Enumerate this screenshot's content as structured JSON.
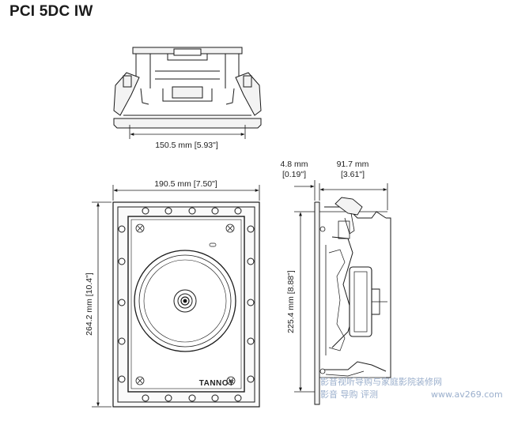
{
  "title": "PCI 5DC IW",
  "dimensions": {
    "top_width": "150.5 mm [5.93\"]",
    "front_width": "190.5 mm [7.50\"]",
    "front_height": "264.2 mm [10.4\"]",
    "cutout_height": "225.4 mm [8.88\"]",
    "flange_depth_mm": "4.8 mm",
    "flange_depth_in": "[0.19\"]",
    "body_depth_mm": "91.7 mm",
    "body_depth_in": "[3.61\"]"
  },
  "brand_label": "TANNOY",
  "watermark": {
    "line1": "影音视听导购与家庭影院装修网",
    "line2": "影音 导购 评测",
    "url": "www.av269.com"
  },
  "colors": {
    "line": "#1a1a1a",
    "fill_light": "#f3f3f3",
    "watermark": "#8aa2c4"
  }
}
